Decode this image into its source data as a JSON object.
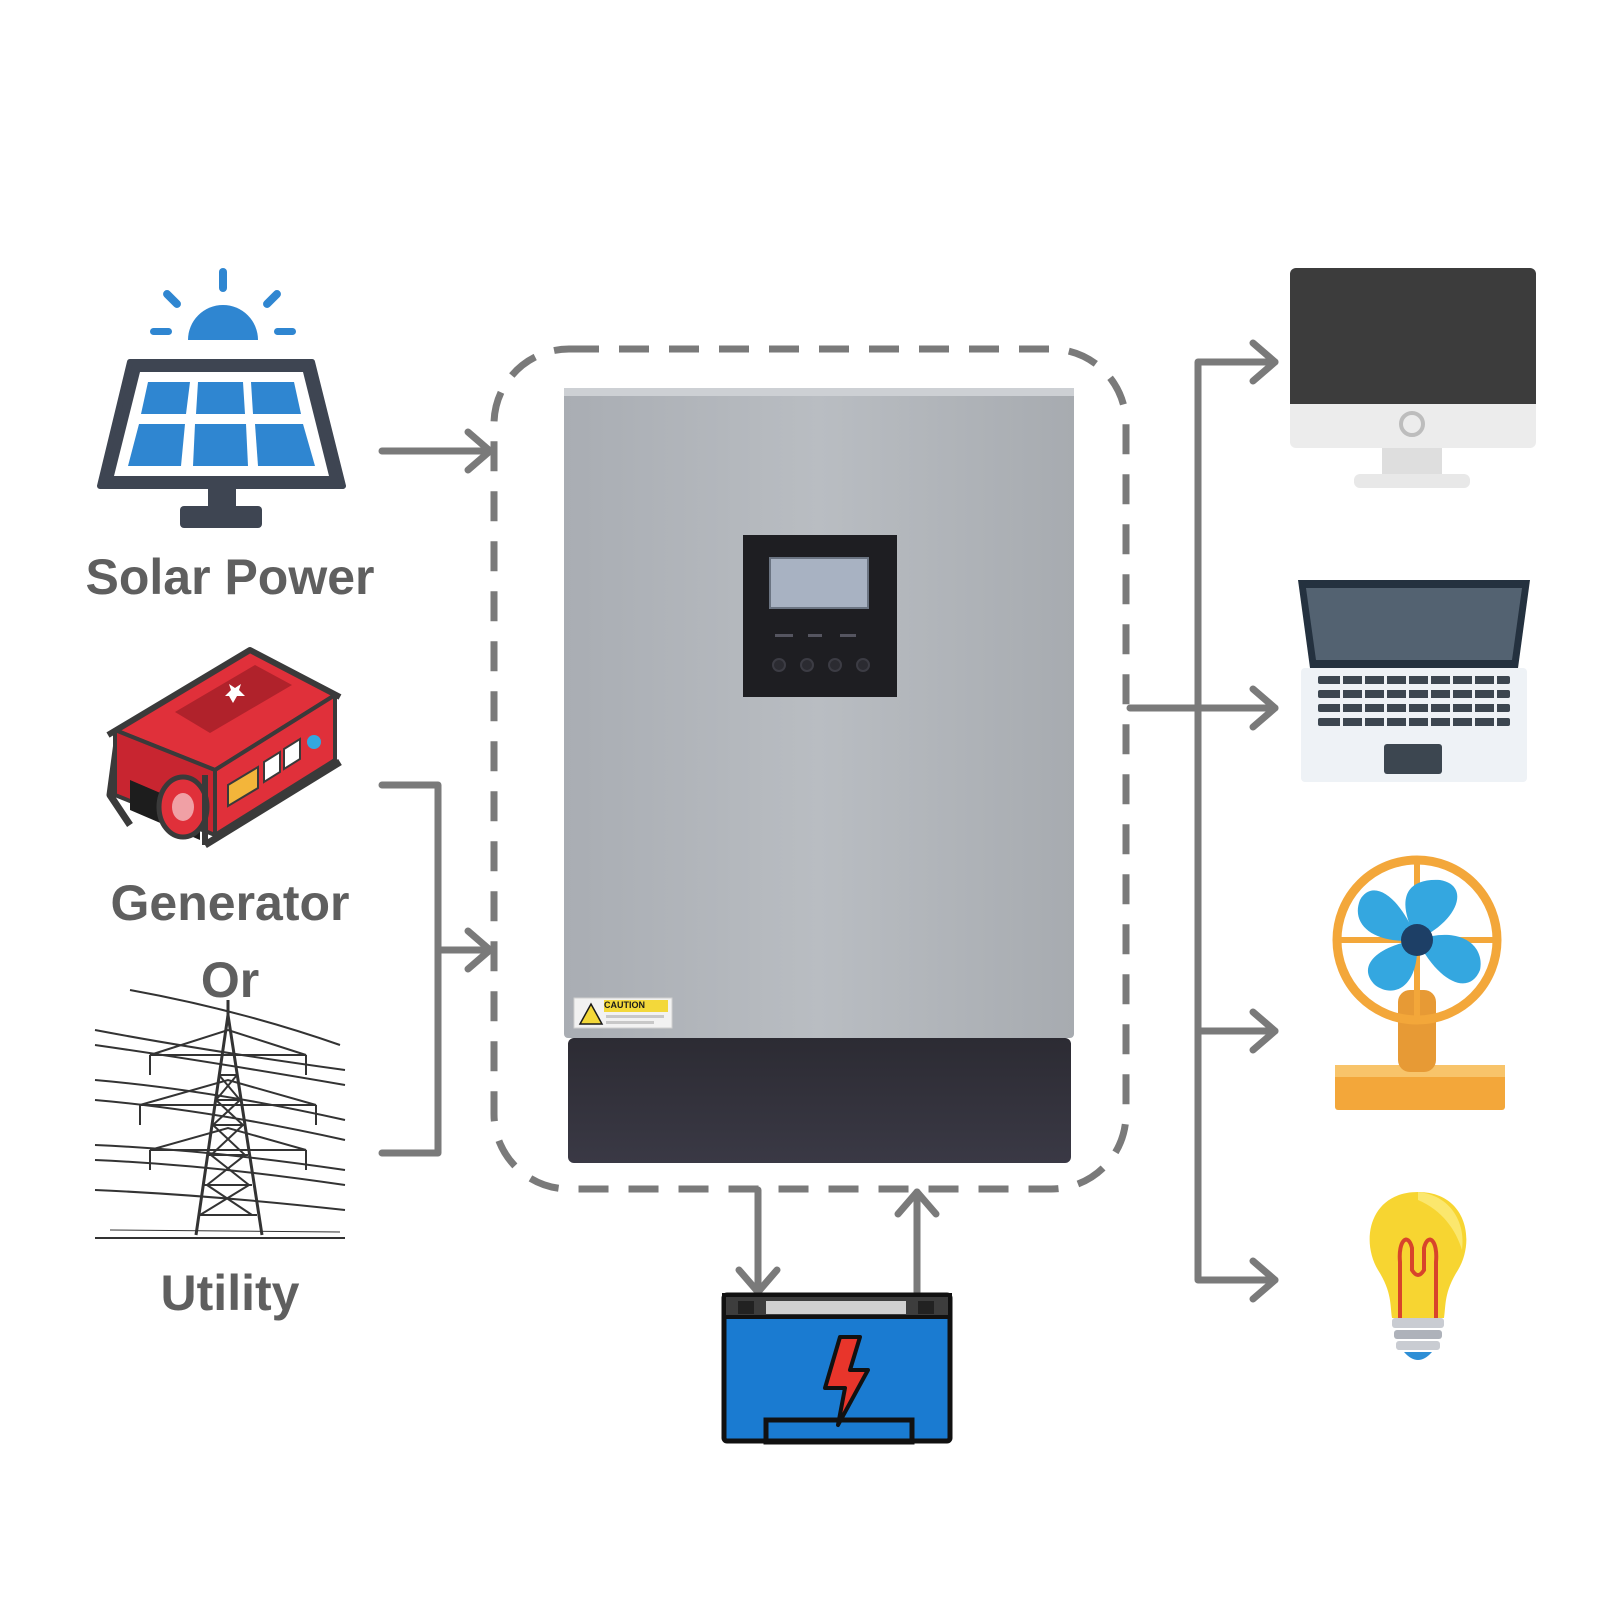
{
  "labels": {
    "solar": "Solar Power",
    "generator": "Generator",
    "or": "Or",
    "utility": "Utility"
  },
  "inverter": {
    "caution_text": "CAUTION"
  },
  "icons": {
    "solar": "solar-panel-icon",
    "generator": "generator-icon",
    "utility": "power-tower-icon",
    "battery": "battery-icon",
    "loads": [
      "monitor-icon",
      "laptop-icon",
      "fan-icon",
      "light-bulb-icon"
    ]
  },
  "colors": {
    "arrow": "#7a7a7a",
    "solar_blue": "#2f86d1",
    "generator_red": "#e0303a",
    "battery_blue": "#1a7bd1",
    "bolt_red": "#e8352b",
    "fan_orange": "#f3a73a",
    "bulb_yellow": "#f7d531"
  }
}
